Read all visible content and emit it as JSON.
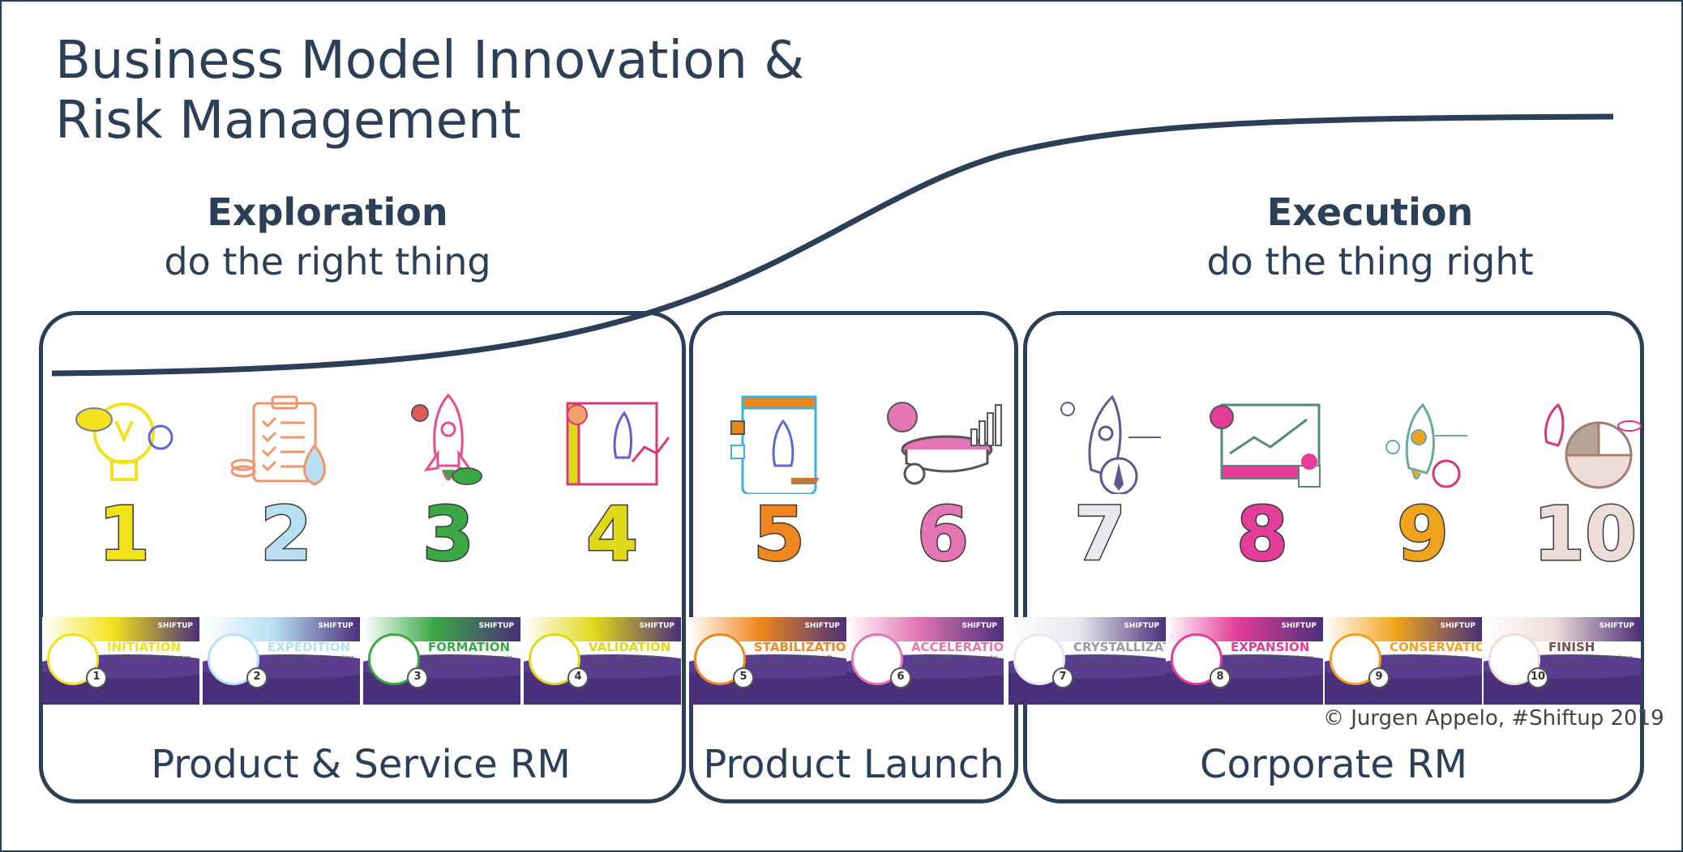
{
  "title": {
    "line1": "Business Model Innovation &",
    "line2": "Risk Management"
  },
  "exploration": {
    "heading": "Exploration",
    "sub": "do the right thing"
  },
  "execution": {
    "heading": "Execution",
    "sub": "do the thing right"
  },
  "boxes": {
    "product_service": "Product & Service RM",
    "product_launch": "Product Launch",
    "corporate": "Corporate RM"
  },
  "stages": [
    {
      "num": "1",
      "name": "INITIATION",
      "desc": "The business model is just an idea.",
      "color": "#f2e21b",
      "accent": "#c9c213",
      "icon": "lightbulb-rocket-icon"
    },
    {
      "num": "2",
      "name": "EXPEDITION",
      "desc": "Pilot experimentation, seeking problem/solution fit.",
      "color": "#b9dff2",
      "accent": "#f0956a",
      "icon": "clipboard-checklist-icon"
    },
    {
      "num": "3",
      "name": "FORMATION",
      "desc": "Full commitment of a team to pursue the idea.",
      "color": "#3aa845",
      "accent": "#e64d8f",
      "icon": "rocket-launch-icon"
    },
    {
      "num": "4",
      "name": "VALIDATION",
      "desc": "Iterative experimentation, seeking product/market fit.",
      "color": "#e0d81a",
      "accent": "#d63a7a",
      "icon": "book-rocket-icon"
    },
    {
      "num": "5",
      "name": "STABILIZATION",
      "desc": "Seeking business/market fit, preparing to scale up.",
      "color": "#f0861e",
      "accent": "#3ab4d8",
      "icon": "tablet-rocket-icon"
    },
    {
      "num": "6",
      "name": "ACCELERATION",
      "desc": "Scaling up the business model in various ways.",
      "color": "#e576b5",
      "accent": "#8a3aa0",
      "icon": "graduation-cap-growth-icon"
    },
    {
      "num": "7",
      "name": "CRYSTALLIZATION",
      "desc": "Established in a market, switching to optimization.",
      "color": "#e8e8ee",
      "accent": "#5b5a8a",
      "icon": "rocket-optimization-icon"
    },
    {
      "num": "8",
      "name": "EXPANSION",
      "desc": "Expansion to other territories and product variants.",
      "color": "#e33d97",
      "accent": "#4f8a7a",
      "icon": "growth-chart-icon"
    },
    {
      "num": "9",
      "name": "CONSERVATION",
      "desc": "All goals achieved, business model is in decline.",
      "color": "#f0a41e",
      "accent": "#6ba8a0",
      "icon": "rocket-conservation-icon"
    },
    {
      "num": "10",
      "name": "FINISH",
      "desc": "Closure of the business, focus on other products.",
      "color": "#eedcd8",
      "accent": "#d6357a",
      "icon": "pie-chart-finish-icon"
    }
  ],
  "brand": "SHIFTUP",
  "copyright": "© Jurgen Appelo, #Shiftup 2019"
}
